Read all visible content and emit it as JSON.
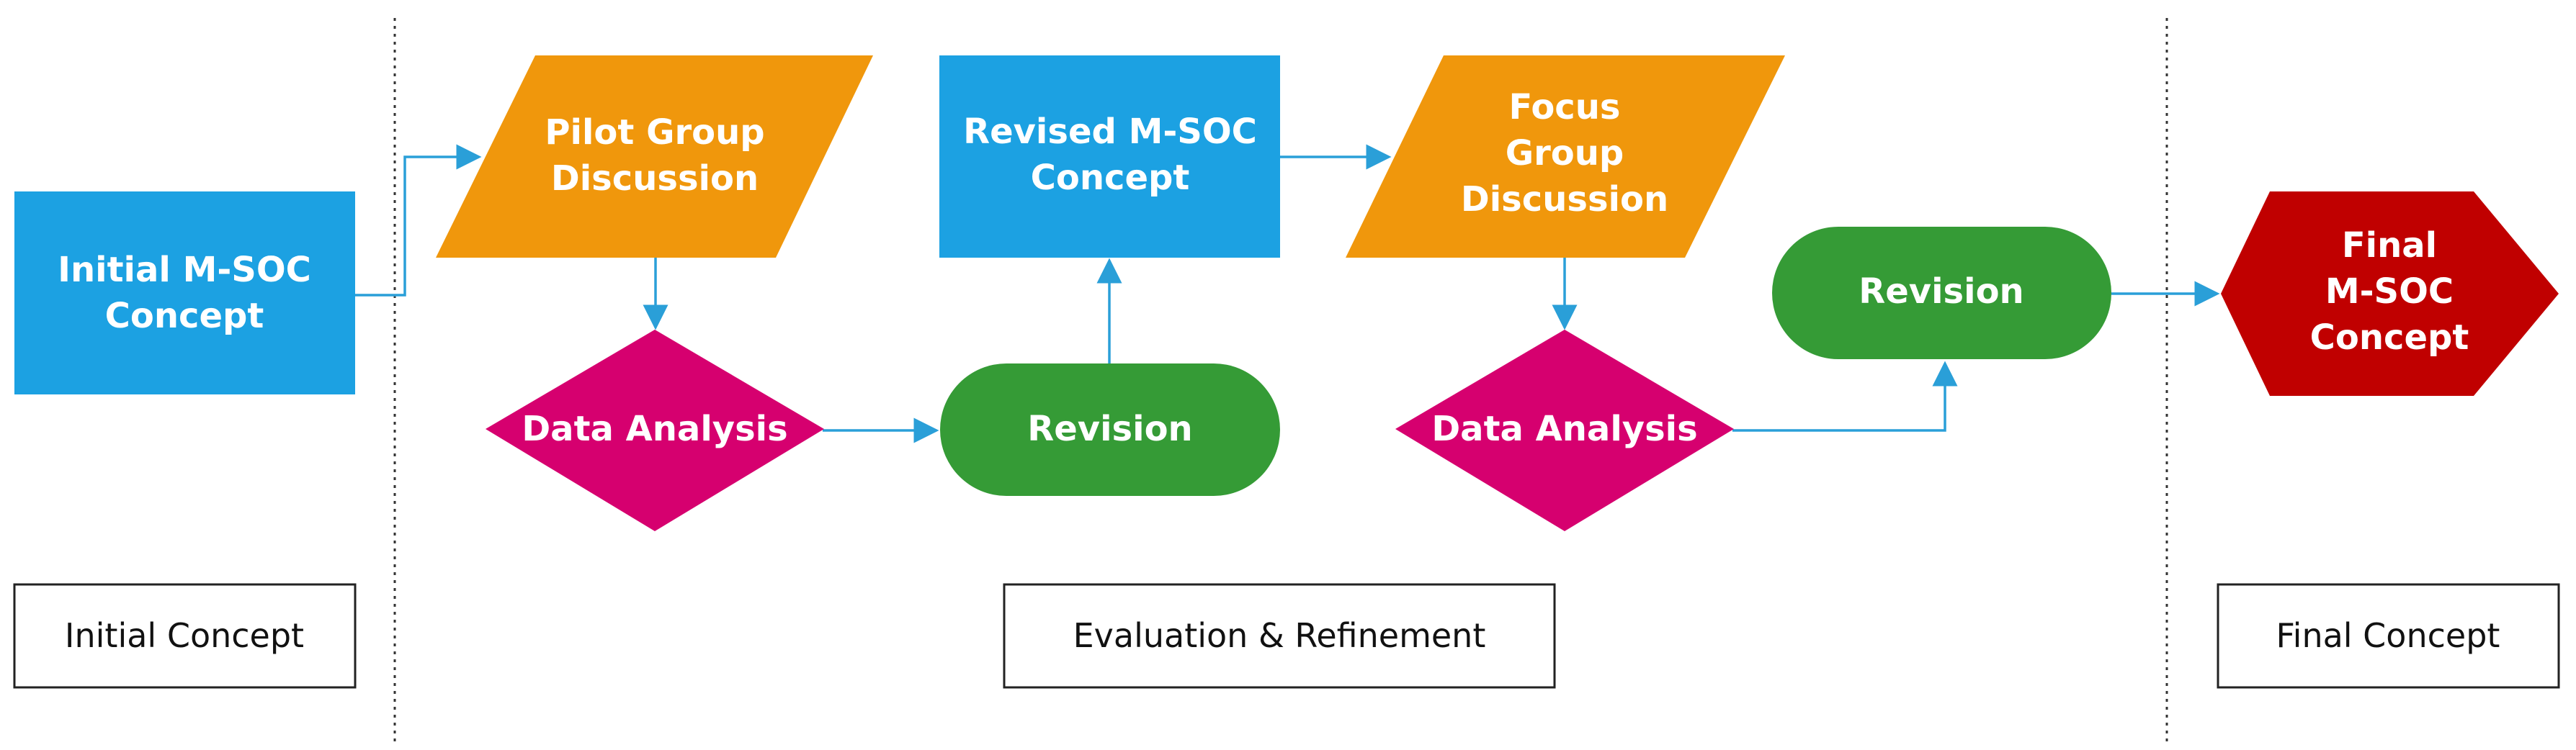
{
  "colors": {
    "concept_box": "#1ca1e2",
    "discussion": "#f0970c",
    "analysis": "#d6006f",
    "revision": "#359b36",
    "final": "#c00000",
    "connector": "#2a9fd8"
  },
  "nodes": {
    "initial": [
      "Initial M-SOC",
      "Concept"
    ],
    "pilot": [
      "Pilot Group",
      "Discussion"
    ],
    "data_analysis_1": [
      "Data Analysis"
    ],
    "revision_1": [
      "Revision"
    ],
    "revised": [
      "Revised M-SOC",
      "Concept"
    ],
    "focus": [
      "Focus",
      "Group",
      "Discussion"
    ],
    "data_analysis_2": [
      "Data Analysis"
    ],
    "revision_2": [
      "Revision"
    ],
    "final": [
      "Final",
      "M-SOC",
      "Concept"
    ]
  },
  "phases": {
    "initial": "Initial Concept",
    "evaluation": "Evaluation & Refinement",
    "final": "Final Concept"
  }
}
